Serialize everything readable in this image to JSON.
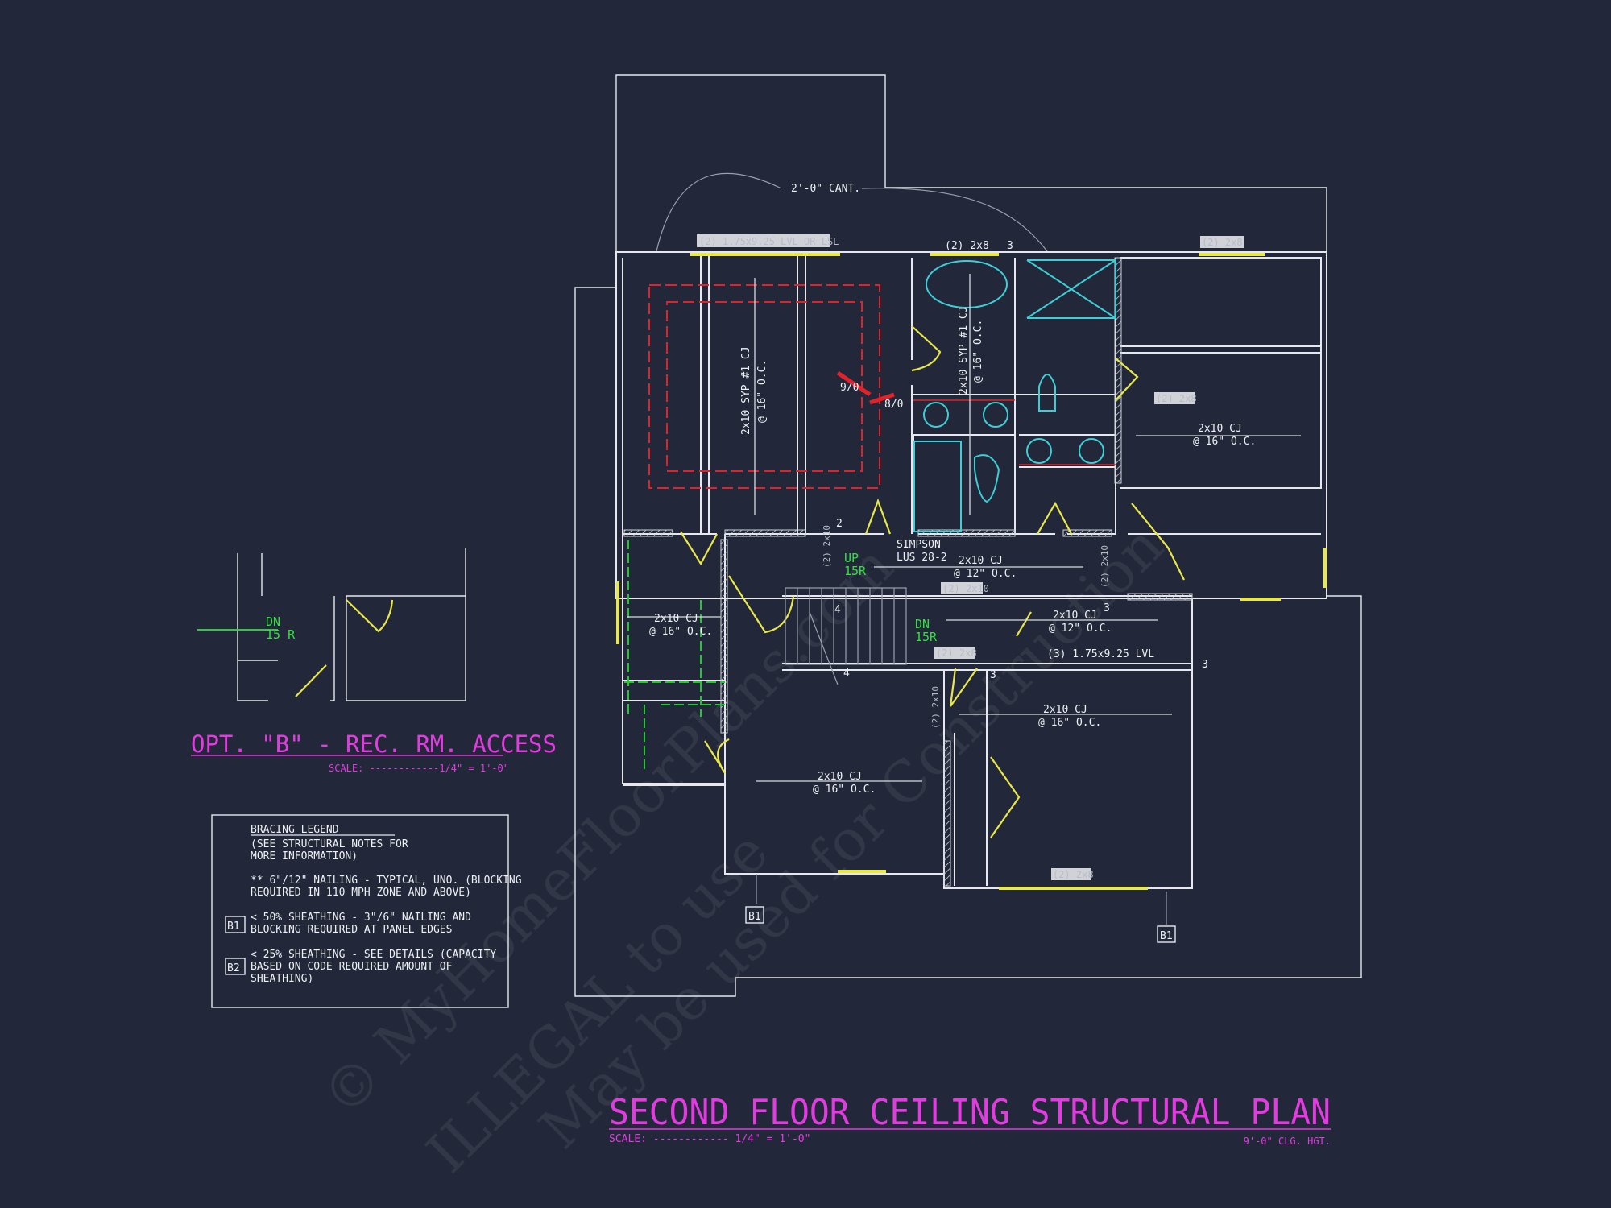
{
  "colors": {
    "background": "#222839",
    "walls": "#e6e8ee",
    "doors": "#e8e84a",
    "fixtures": "#3ccfd6",
    "tray_ceiling": "#e0222a",
    "stairs_label": "#33e040",
    "titles": "#e23be0"
  },
  "watermark": [
    "© MyHomeFloorPlans.com",
    "ILLEGAL to use",
    "May be used for Construction"
  ],
  "plan": {
    "title": "SECOND FLOOR CEILING STRUCTURAL PLAN",
    "scale": "SCALE: ------------ 1/4\" = 1'-0\"",
    "ceiling_height": "9'-0\" CLG. HGT.",
    "cantilever": "2'-0\" CANT.",
    "headers": {
      "front_left": "(2) 1.75x9.25 LVL OR LSL",
      "front_mid": "(2) 2x8",
      "front_right": "(2) 2x8",
      "right_side": "(2) 2x8",
      "hall": "(2) 2x10",
      "stair_left": "(2) 2x10",
      "stair_right": "(2) 2x10",
      "lvl_beam": "(3) 1.75x9.25 LVL",
      "hall_door": "(2) 2x8",
      "bedroom_side": "(2) 2x10",
      "rear_right": "(2) 2x8"
    },
    "joists": {
      "master": [
        "2x10 SYP #1 CJ",
        "@ 16\" O.C."
      ],
      "bath": [
        "2x10 SYP #1 CJ",
        "@ 16\" O.C."
      ],
      "bed_right": [
        "2x10 CJ",
        "@ 16\" O.C."
      ],
      "hall_upper": [
        "2x10 CJ",
        "@ 12\" O.C."
      ],
      "closet_left": [
        "2x10 CJ",
        "@ 16\" O.C."
      ],
      "hall_right": [
        "2x10 CJ",
        "@ 12\" O.C."
      ],
      "bed_rear_right": [
        "2x10 CJ",
        "@ 16\" O.C."
      ],
      "bed_rear_left": [
        "2x10 CJ",
        "@ 16\" O.C."
      ]
    },
    "tray_marks": [
      "9/0",
      "8/0"
    ],
    "hanger": [
      "SIMPSON",
      "LUS 28-2"
    ],
    "stairs_up": [
      "UP",
      "15R"
    ],
    "stairs_down": [
      "DN",
      "15R"
    ],
    "post_tags": [
      "2",
      "3",
      "4"
    ],
    "bracing_tags": [
      "B1",
      "B1"
    ]
  },
  "option_b": {
    "title": "OPT. \"B\" - REC. RM. ACCESS",
    "scale": "SCALE: ------------1/4\" = 1'-0\"",
    "stairs": [
      "DN",
      "15 R"
    ]
  },
  "legend": {
    "title": "BRACING LEGEND",
    "note": [
      "(SEE STRUCTURAL NOTES FOR",
      "MORE INFORMATION)"
    ],
    "typical": [
      "** 6\"/12\" NAILING - TYPICAL, UNO. (BLOCKING",
      "REQUIRED IN 110 MPH ZONE AND ABOVE)"
    ],
    "items": [
      {
        "tag": "B1",
        "lines": [
          "< 50% SHEATHING - 3\"/6\" NAILING AND",
          "BLOCKING REQUIRED AT PANEL EDGES"
        ]
      },
      {
        "tag": "B2",
        "lines": [
          "< 25% SHEATHING - SEE DETAILS (CAPACITY",
          "BASED ON CODE REQUIRED AMOUNT OF",
          "SHEATHING)"
        ]
      }
    ]
  }
}
